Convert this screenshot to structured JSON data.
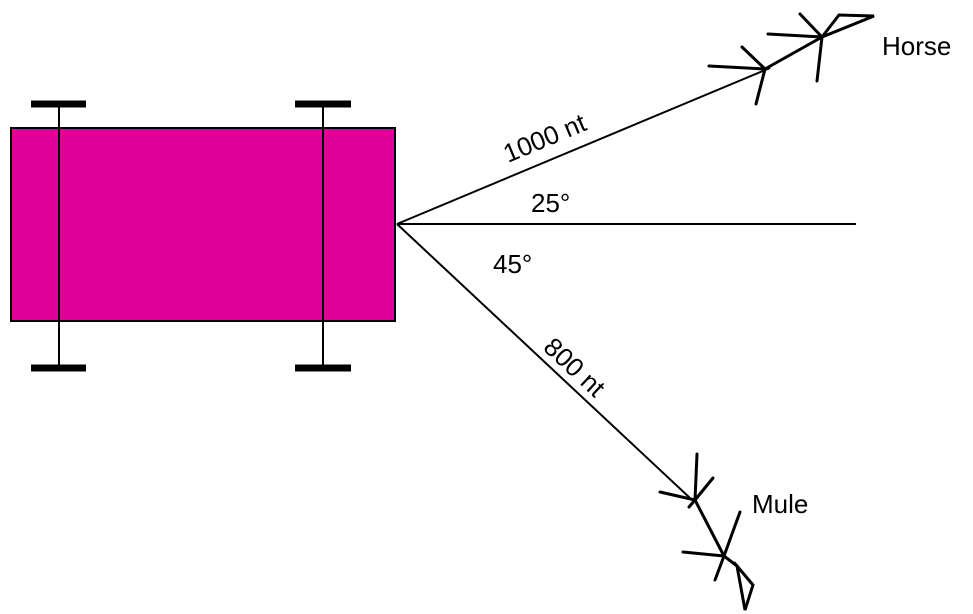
{
  "diagram": {
    "labels": {
      "horse": "Horse",
      "mule": "Mule",
      "force_horse": "1000 nt",
      "force_mule": "800 nt",
      "angle_horse": "25°",
      "angle_mule": "45°"
    },
    "colors": {
      "cart_body": "#e0009a",
      "stroke": "#000000"
    }
  }
}
